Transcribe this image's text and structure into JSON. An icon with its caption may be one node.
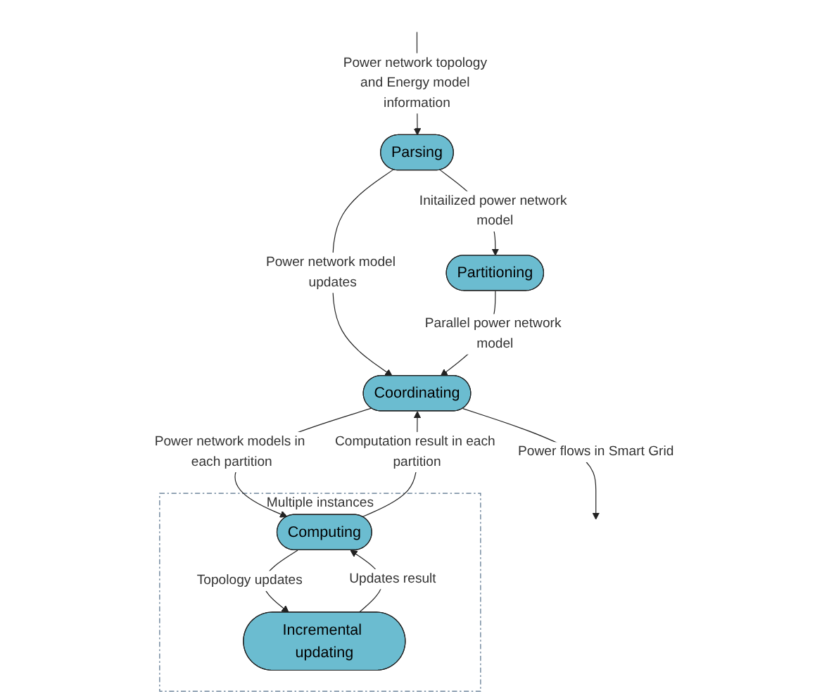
{
  "diagram": {
    "nodes": [
      {
        "text": [
          "Parsing"
        ]
      },
      {
        "text": [
          "Partitioning"
        ]
      },
      {
        "text": [
          "Coordinating"
        ]
      },
      {
        "text": [
          "Multiple instances"
        ]
      },
      {
        "text": [
          "Computing"
        ],
        "in": 3
      },
      {
        "text": [
          "Incremental updating"
        ],
        "in": 3
      }
    ],
    "edges": [
      {
        "from": null,
        "to": 0,
        "arrow": "to",
        "label": "Power network topology and Energy model information"
      },
      {
        "from": 0,
        "to": 1,
        "arrow": "to",
        "label": "Initailized power network model"
      },
      {
        "from": 0,
        "to": 2,
        "arrow": "to",
        "label": "Power network model updates"
      },
      {
        "from": 1,
        "to": 2,
        "arrow": "to",
        "label": "Parallel power network model"
      },
      {
        "from": 2,
        "to": null,
        "arrow": "to",
        "label": "Power flows in Smart Grid"
      },
      {
        "from": 2,
        "to": 4,
        "arrow": "to",
        "label": "Power network models in each partition"
      },
      {
        "from": 4,
        "to": 2,
        "arrow": "to",
        "label": "Computation result in each partition"
      },
      {
        "from": 4,
        "to": 5,
        "arrow": "to",
        "label": "Topology updates"
      },
      {
        "from": 5,
        "to": 4,
        "arrow": "to",
        "label": "Updates result"
      }
    ]
  }
}
